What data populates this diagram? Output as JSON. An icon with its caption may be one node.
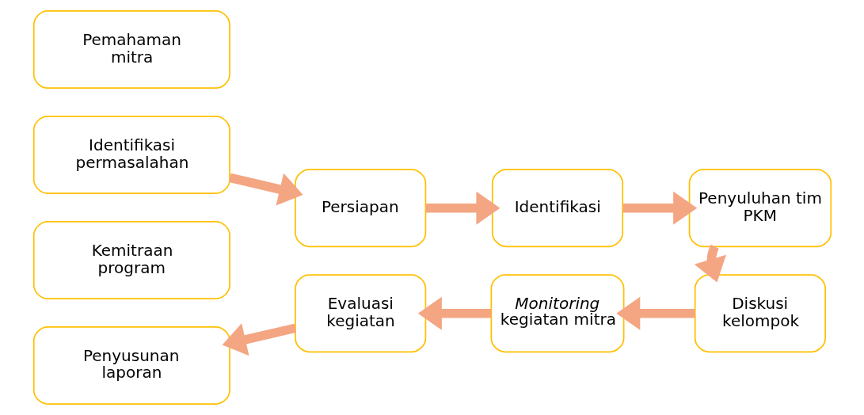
{
  "diagram": {
    "nodes": [
      {
        "text": [
          "Pemahaman mitra"
        ]
      },
      {
        "text": [
          "Identifikasi permasalahan"
        ]
      },
      {
        "text": [
          "Kemitraan program"
        ]
      },
      {
        "text": [
          "Persiapan"
        ]
      },
      {
        "text": [
          "Identifikasi"
        ]
      },
      {
        "text": [
          "Penyuluhan tim PKM"
        ]
      },
      {
        "text": [
          "Diskusi kelompok"
        ]
      },
      {
        "text": [
          "*Monitoring* kegiatan mitra"
        ]
      },
      {
        "text": [
          "Evaluasi kegiatan"
        ]
      },
      {
        "text": [
          "Penyusunan laporan"
        ]
      }
    ],
    "edges": [
      {
        "from": 1,
        "to": 3,
        "arrow": "to"
      },
      {
        "from": 3,
        "to": 4,
        "arrow": "to"
      },
      {
        "from": 4,
        "to": 5,
        "arrow": "to"
      },
      {
        "from": 5,
        "to": 6,
        "arrow": "to"
      },
      {
        "from": 6,
        "to": 7,
        "arrow": "to"
      },
      {
        "from": 7,
        "to": 8,
        "arrow": "to"
      },
      {
        "from": 8,
        "to": 9,
        "arrow": "to"
      }
    ]
  }
}
